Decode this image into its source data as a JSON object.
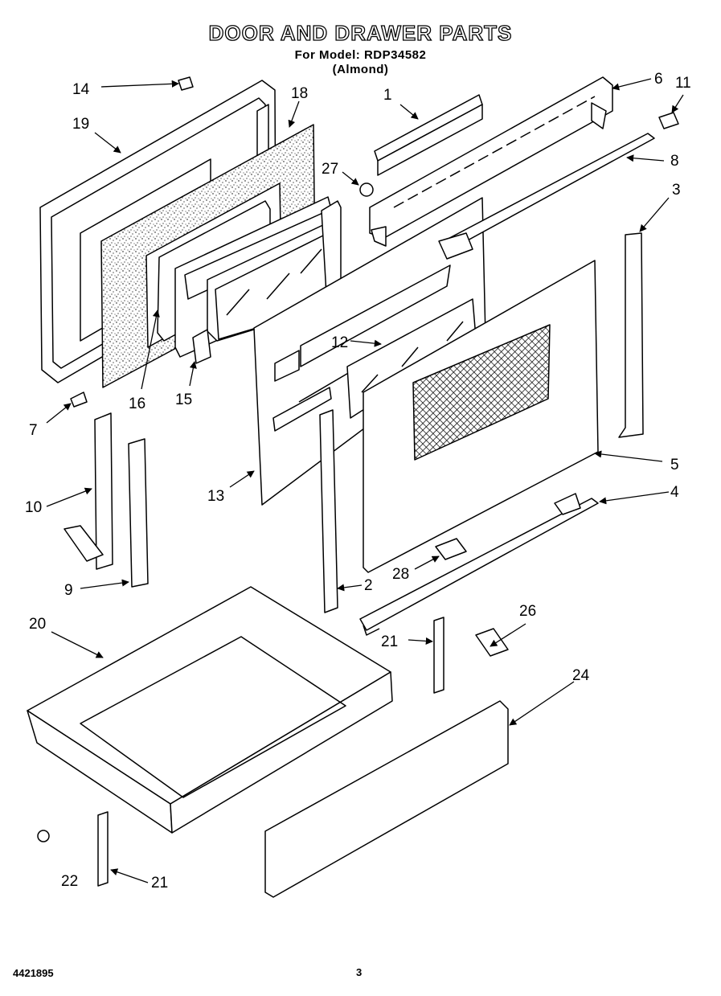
{
  "header": {
    "title": "DOOR AND DRAWER PARTS",
    "model_line": "For Model: RDP34582",
    "color_line": "(Almond)"
  },
  "footer": {
    "doc_number": "4421895",
    "page_number": "3"
  },
  "callouts": [
    "1",
    "2",
    "3",
    "4",
    "5",
    "6",
    "7",
    "8",
    "9",
    "10",
    "11",
    "12",
    "13",
    "14",
    "15",
    "16",
    "18",
    "19",
    "20",
    "21",
    "21",
    "22",
    "24",
    "26",
    "27",
    "28"
  ]
}
